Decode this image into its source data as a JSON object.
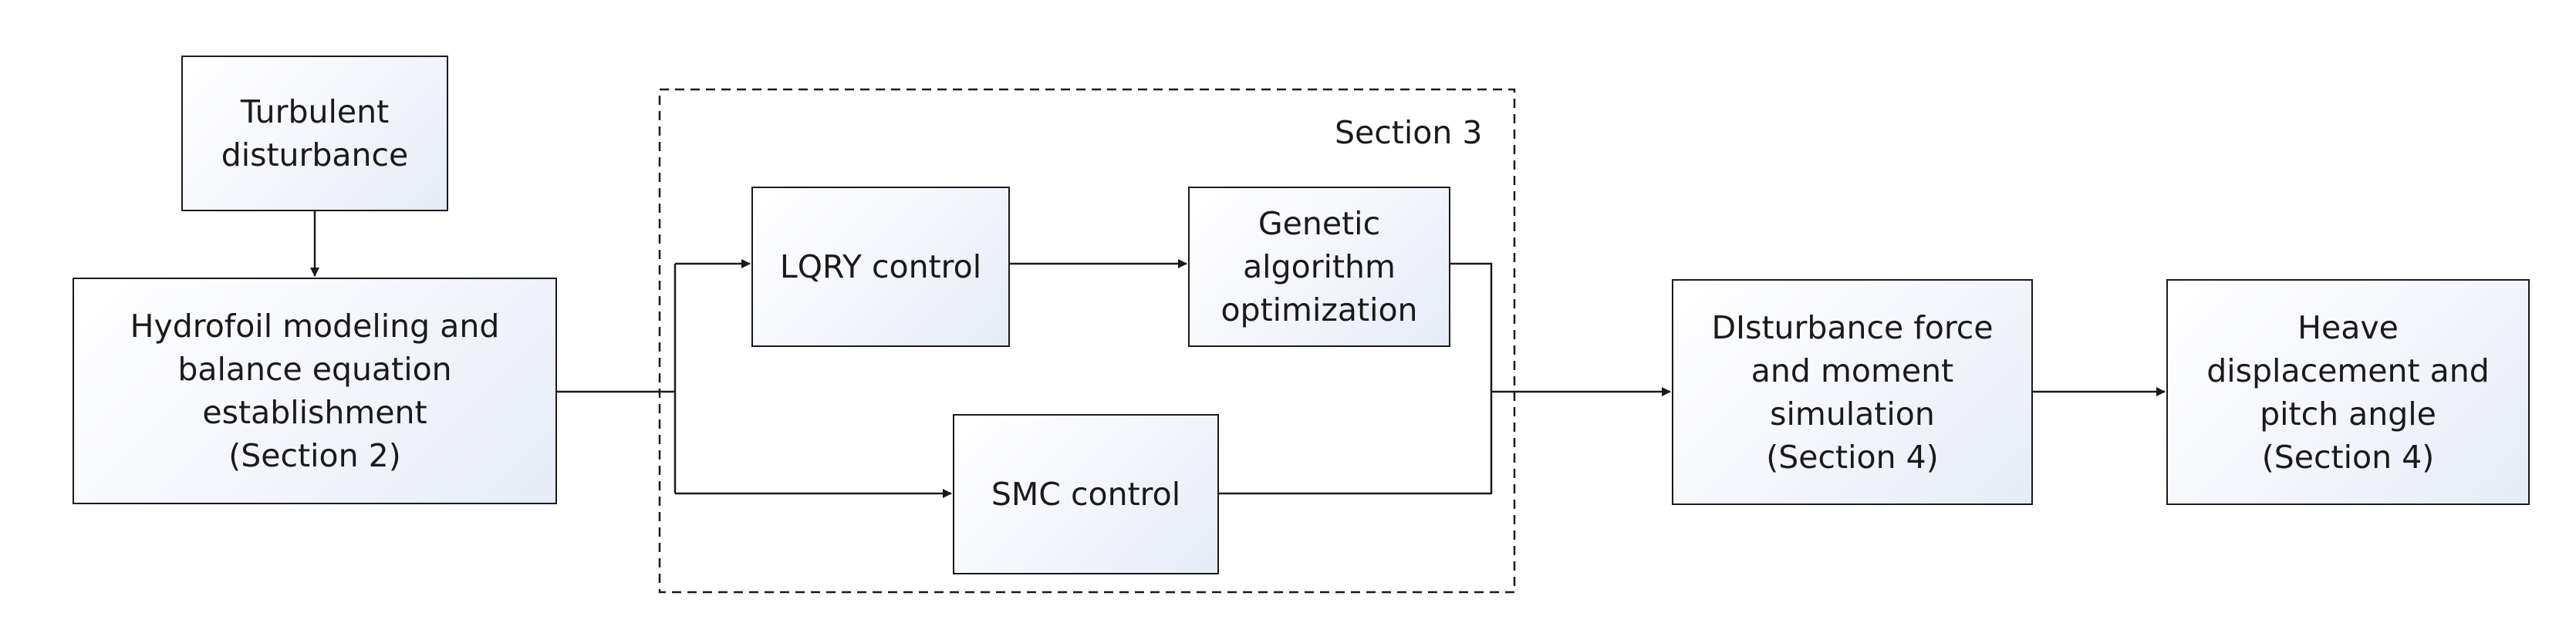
{
  "diagram": {
    "section_group": {
      "label": "Section 3"
    },
    "nodes": {
      "turbulent": "Turbulent\ndisturbance",
      "hydrofoil": "Hydrofoil modeling and\nbalance equation\nestablishment\n(Section 2)",
      "lqry": "LQRY control",
      "genetic": "Genetic\nalgorithm\noptimization",
      "smc": "SMC control",
      "disturbance": "DIsturbance force\nand moment\nsimulation\n(Section 4)",
      "heave": "Heave\ndisplacement and\npitch angle\n(Section 4)"
    },
    "colors": {
      "stroke": "#1a1a1a",
      "box_fill_light": "#ffffff",
      "box_fill_dark": "#e6ebf6"
    }
  }
}
